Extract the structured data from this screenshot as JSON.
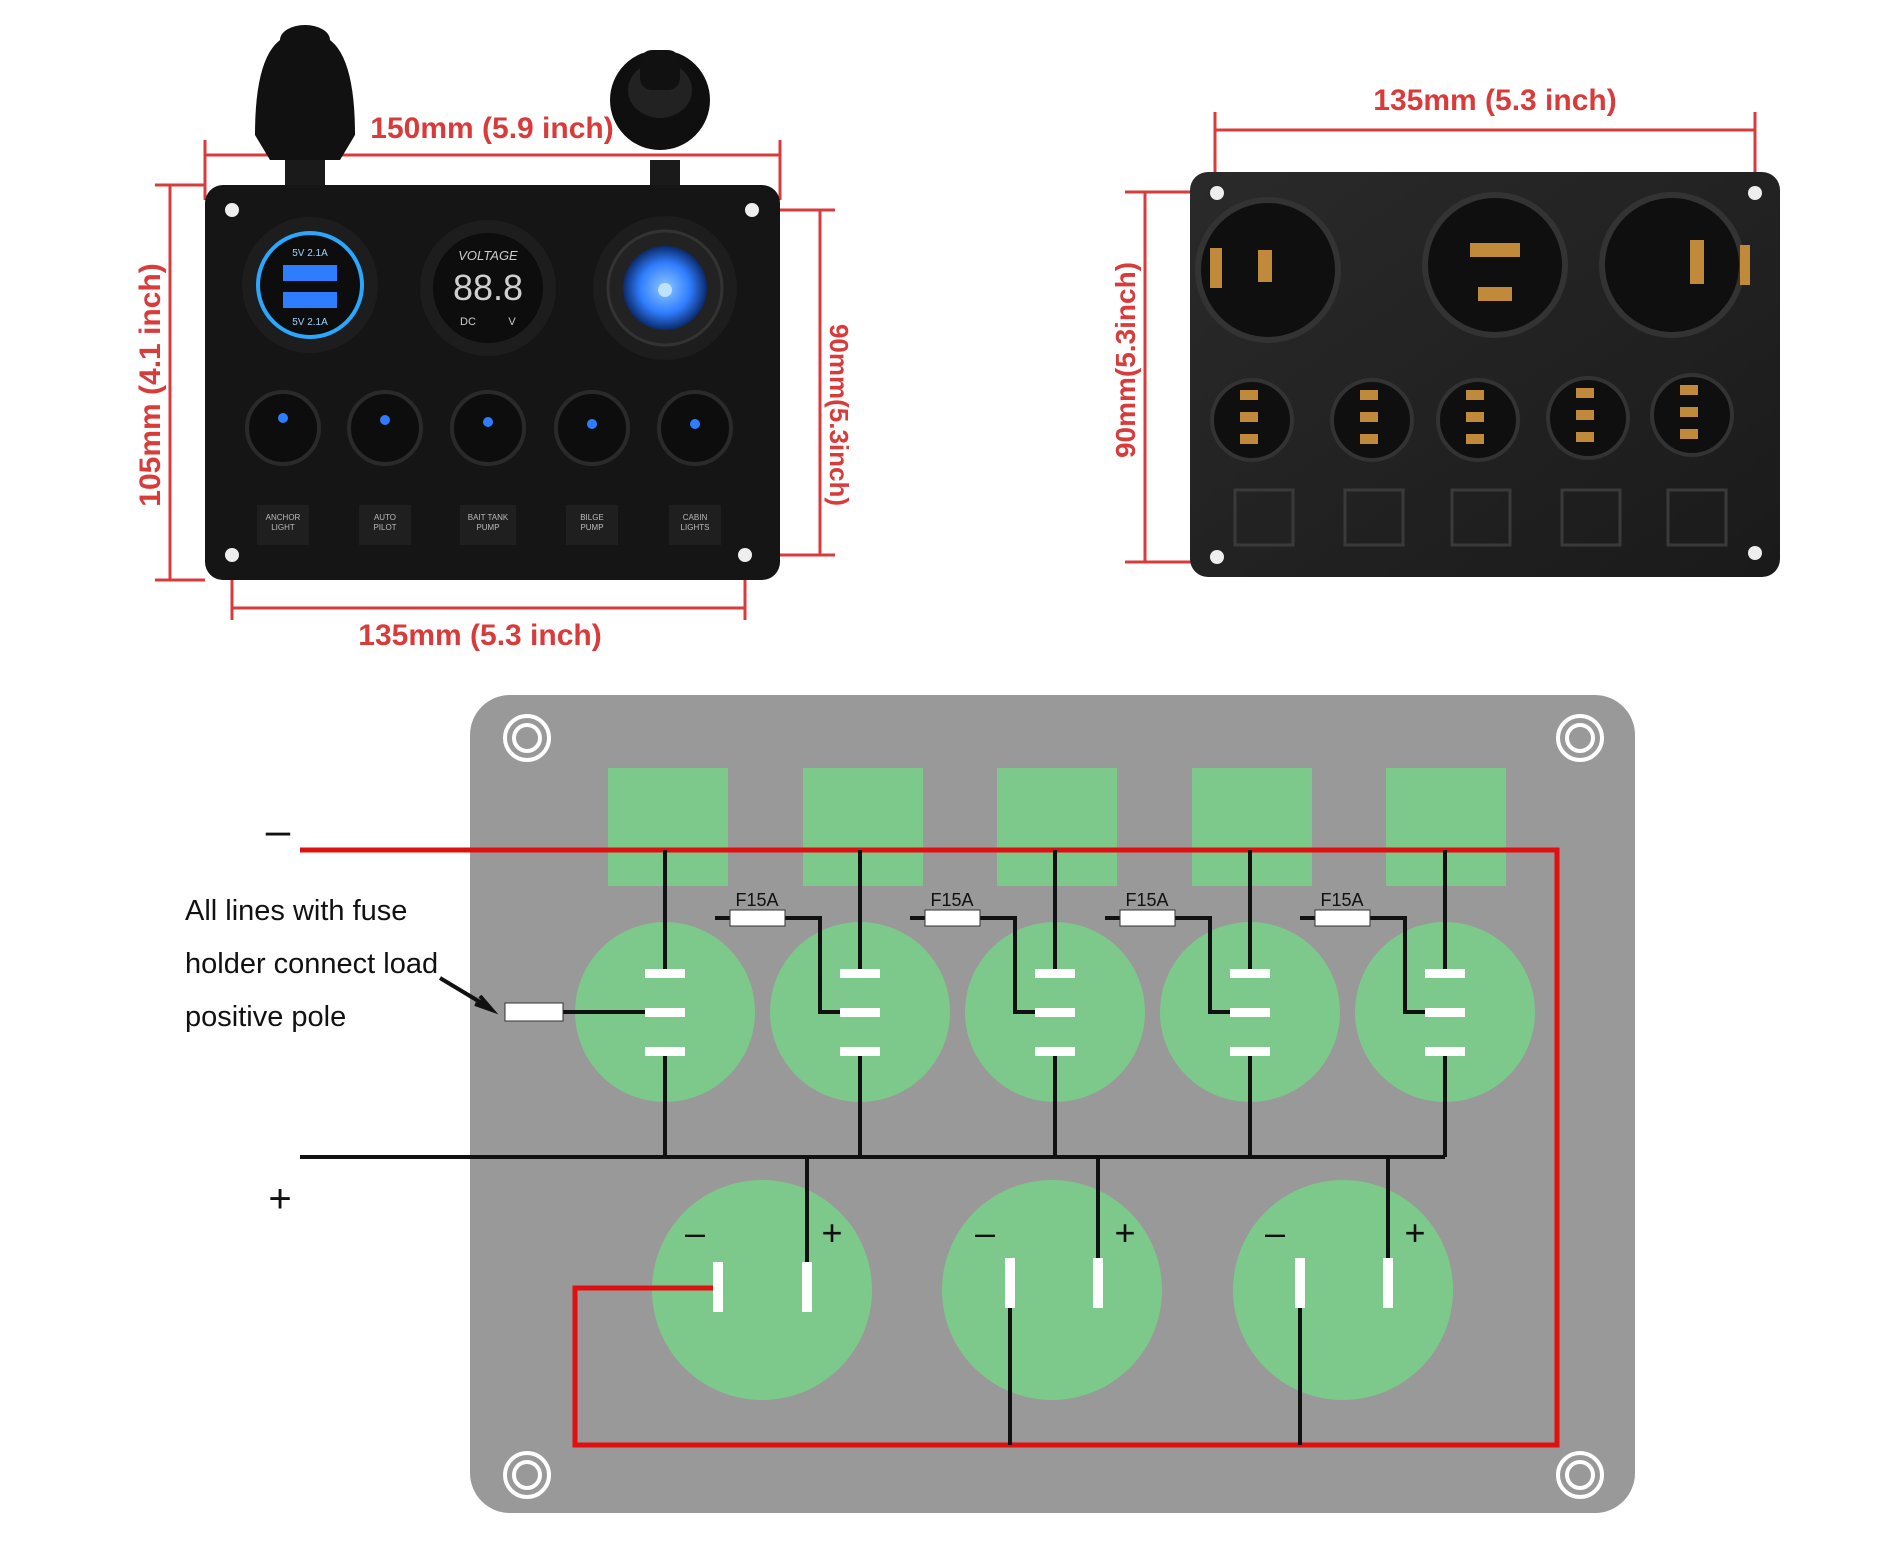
{
  "front_view": {
    "width_top": "150mm (5.9 inch)",
    "height_left": "105mm (4.1 inch)",
    "height_right": "90mm(5.3inch)",
    "width_bottom": "135mm (5.3 inch)",
    "usb_top": "5V 2.1A",
    "usb_bottom": "5V 2.1A",
    "voltmeter_title": "VOLTAGE",
    "voltmeter_reading": "88.8",
    "voltmeter_unit_left": "DC",
    "voltmeter_unit_right": "V",
    "switch_labels": [
      [
        "ANCHOR",
        "LIGHT"
      ],
      [
        "AUTO",
        "PILOT"
      ],
      [
        "BAIT TANK",
        "PUMP"
      ],
      [
        "BILGE",
        "PUMP"
      ],
      [
        "CABIN",
        "LIGHTS"
      ]
    ]
  },
  "back_view": {
    "width_top": "135mm (5.3 inch)",
    "height_left": "90mm(5.3inch)"
  },
  "wiring": {
    "minus_symbol": "–",
    "plus_symbol": "+",
    "note_lines": [
      "All lines with fuse",
      "holder connect load",
      "positive pole"
    ],
    "fuse_labels": [
      "F15A",
      "F15A",
      "F15A",
      "F15A"
    ],
    "socket_minus": "–",
    "socket_plus": "+"
  },
  "colors": {
    "dimension_red": "#d93b3b",
    "panel_black": "#151515",
    "blue_led": "#2f7dff",
    "diagram_panel": "#999999",
    "diagram_green": "#7dc98b",
    "wire_red": "#e01010",
    "wire_black": "#111111"
  }
}
